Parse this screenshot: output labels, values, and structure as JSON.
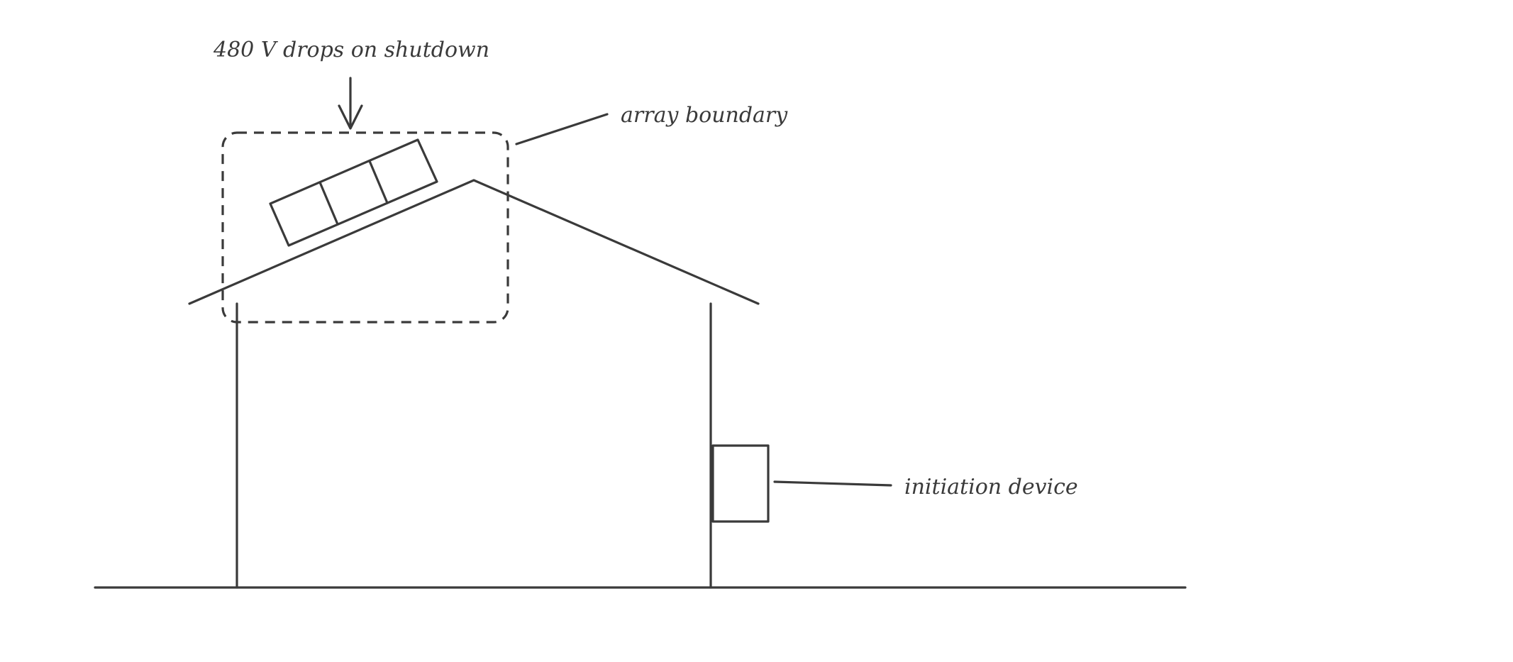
{
  "labels": {
    "voltage_note": "480 V drops on shutdown",
    "array_boundary": "array boundary",
    "initiation_device": "initiation device"
  },
  "colors": {
    "ink": "#3a3a3a",
    "background": "#ffffff"
  }
}
